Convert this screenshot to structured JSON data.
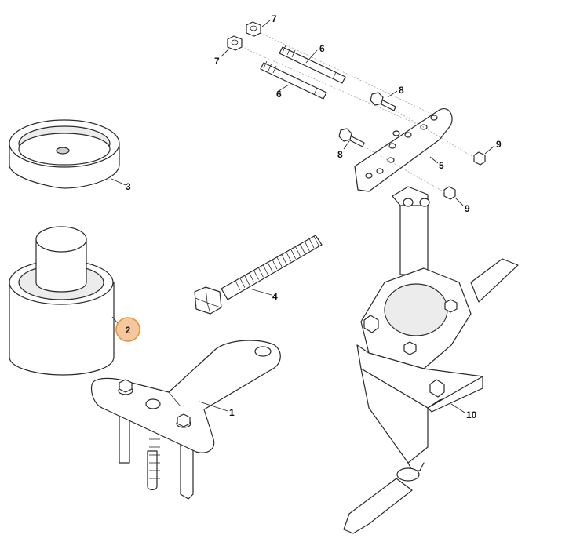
{
  "highlight_color": "#f5c79e",
  "highlight_stroke": "#e8912c",
  "callouts": {
    "c1": "1",
    "c2": "2",
    "c3": "3",
    "c4": "4",
    "c5": "5",
    "c6a": "6",
    "c6b": "6",
    "c7a": "7",
    "c7b": "7",
    "c8a": "8",
    "c8b": "8",
    "c9a": "9",
    "c9b": "9",
    "c10": "10"
  }
}
